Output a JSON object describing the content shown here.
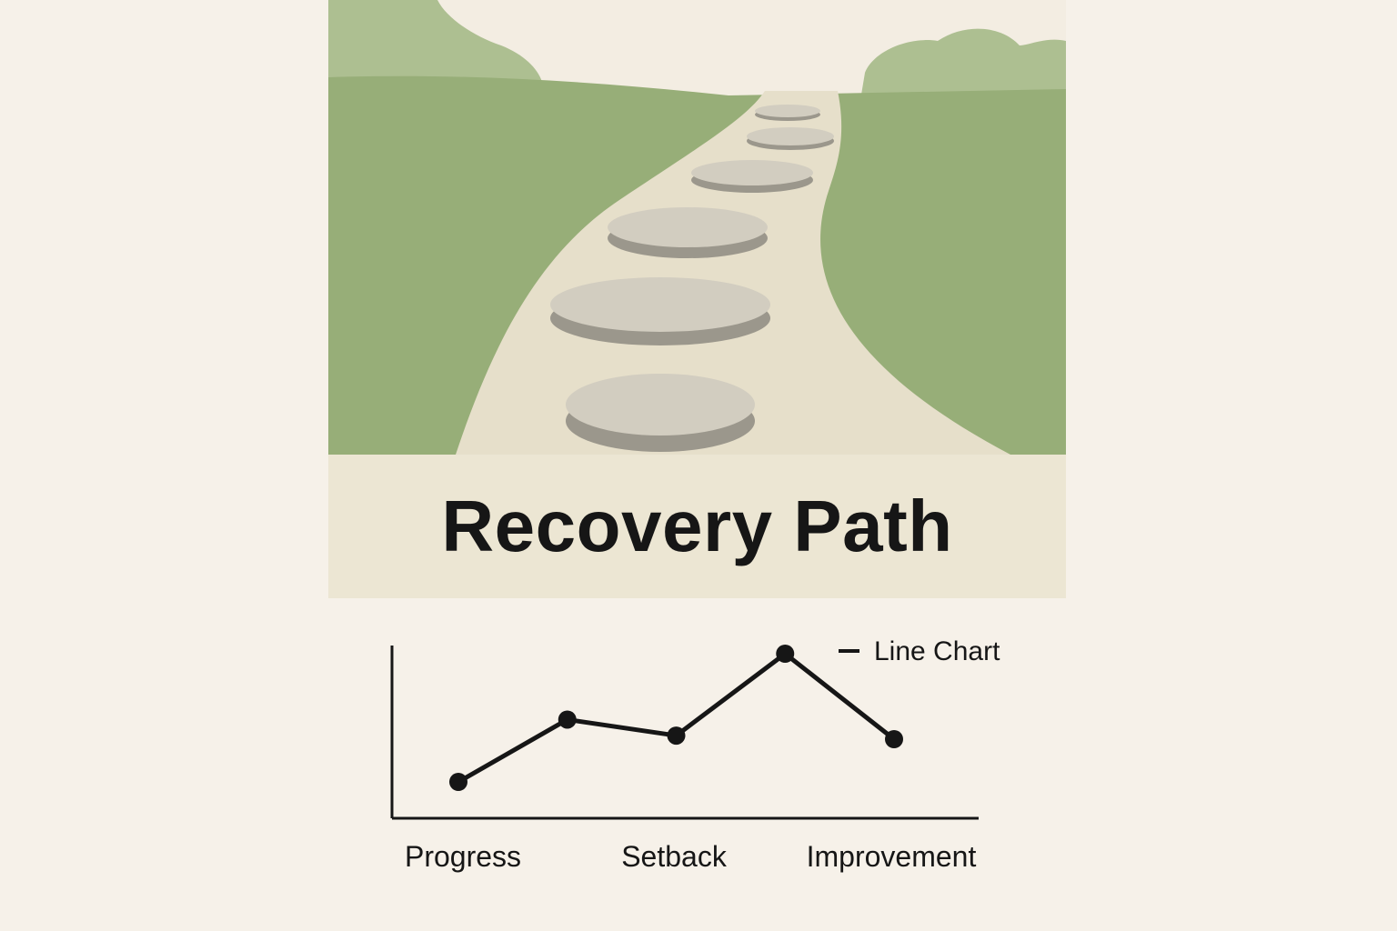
{
  "title": "Recovery Path",
  "colors": {
    "background": "#f6f1e9",
    "grass": "#97ae78",
    "hills": "#adbf91",
    "path": "#e6dfca",
    "stone_top": "#d2cdc0",
    "stone_side": "#9b978c",
    "title_band": "#ece6d3",
    "ink": "#161616"
  },
  "chart_data": {
    "type": "line",
    "title": "",
    "xlabel": "",
    "ylabel": "",
    "categories": [
      "Progress",
      "Setback",
      "Improvement"
    ],
    "legend": {
      "label": "Line Chart",
      "placement": "top-right"
    },
    "ylim": [
      0,
      10
    ],
    "grid": false,
    "series": [
      {
        "values": [
          2.0,
          5.5,
          4.6,
          9.2,
          4.4
        ]
      }
    ]
  }
}
